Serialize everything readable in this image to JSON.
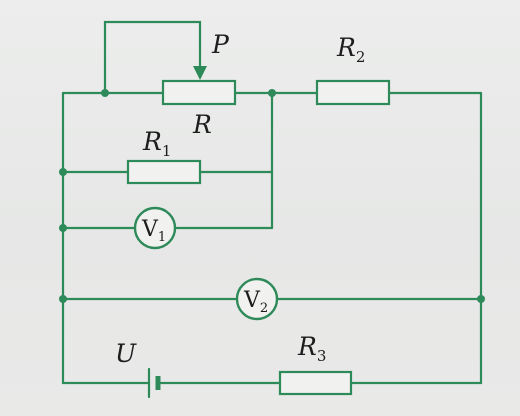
{
  "labels": {
    "slider": "P",
    "rheostat": "R",
    "r1": {
      "main": "R",
      "sub": "1"
    },
    "r2": {
      "main": "R",
      "sub": "2"
    },
    "r3": {
      "main": "R",
      "sub": "3"
    },
    "source": "U"
  },
  "meters": {
    "v1": {
      "main": "V",
      "sub": "1"
    },
    "v2": {
      "main": "V",
      "sub": "2"
    }
  },
  "colors": {
    "wire": "#2f8a5a",
    "text": "#1d1d1d",
    "paper": "#ecedec"
  }
}
